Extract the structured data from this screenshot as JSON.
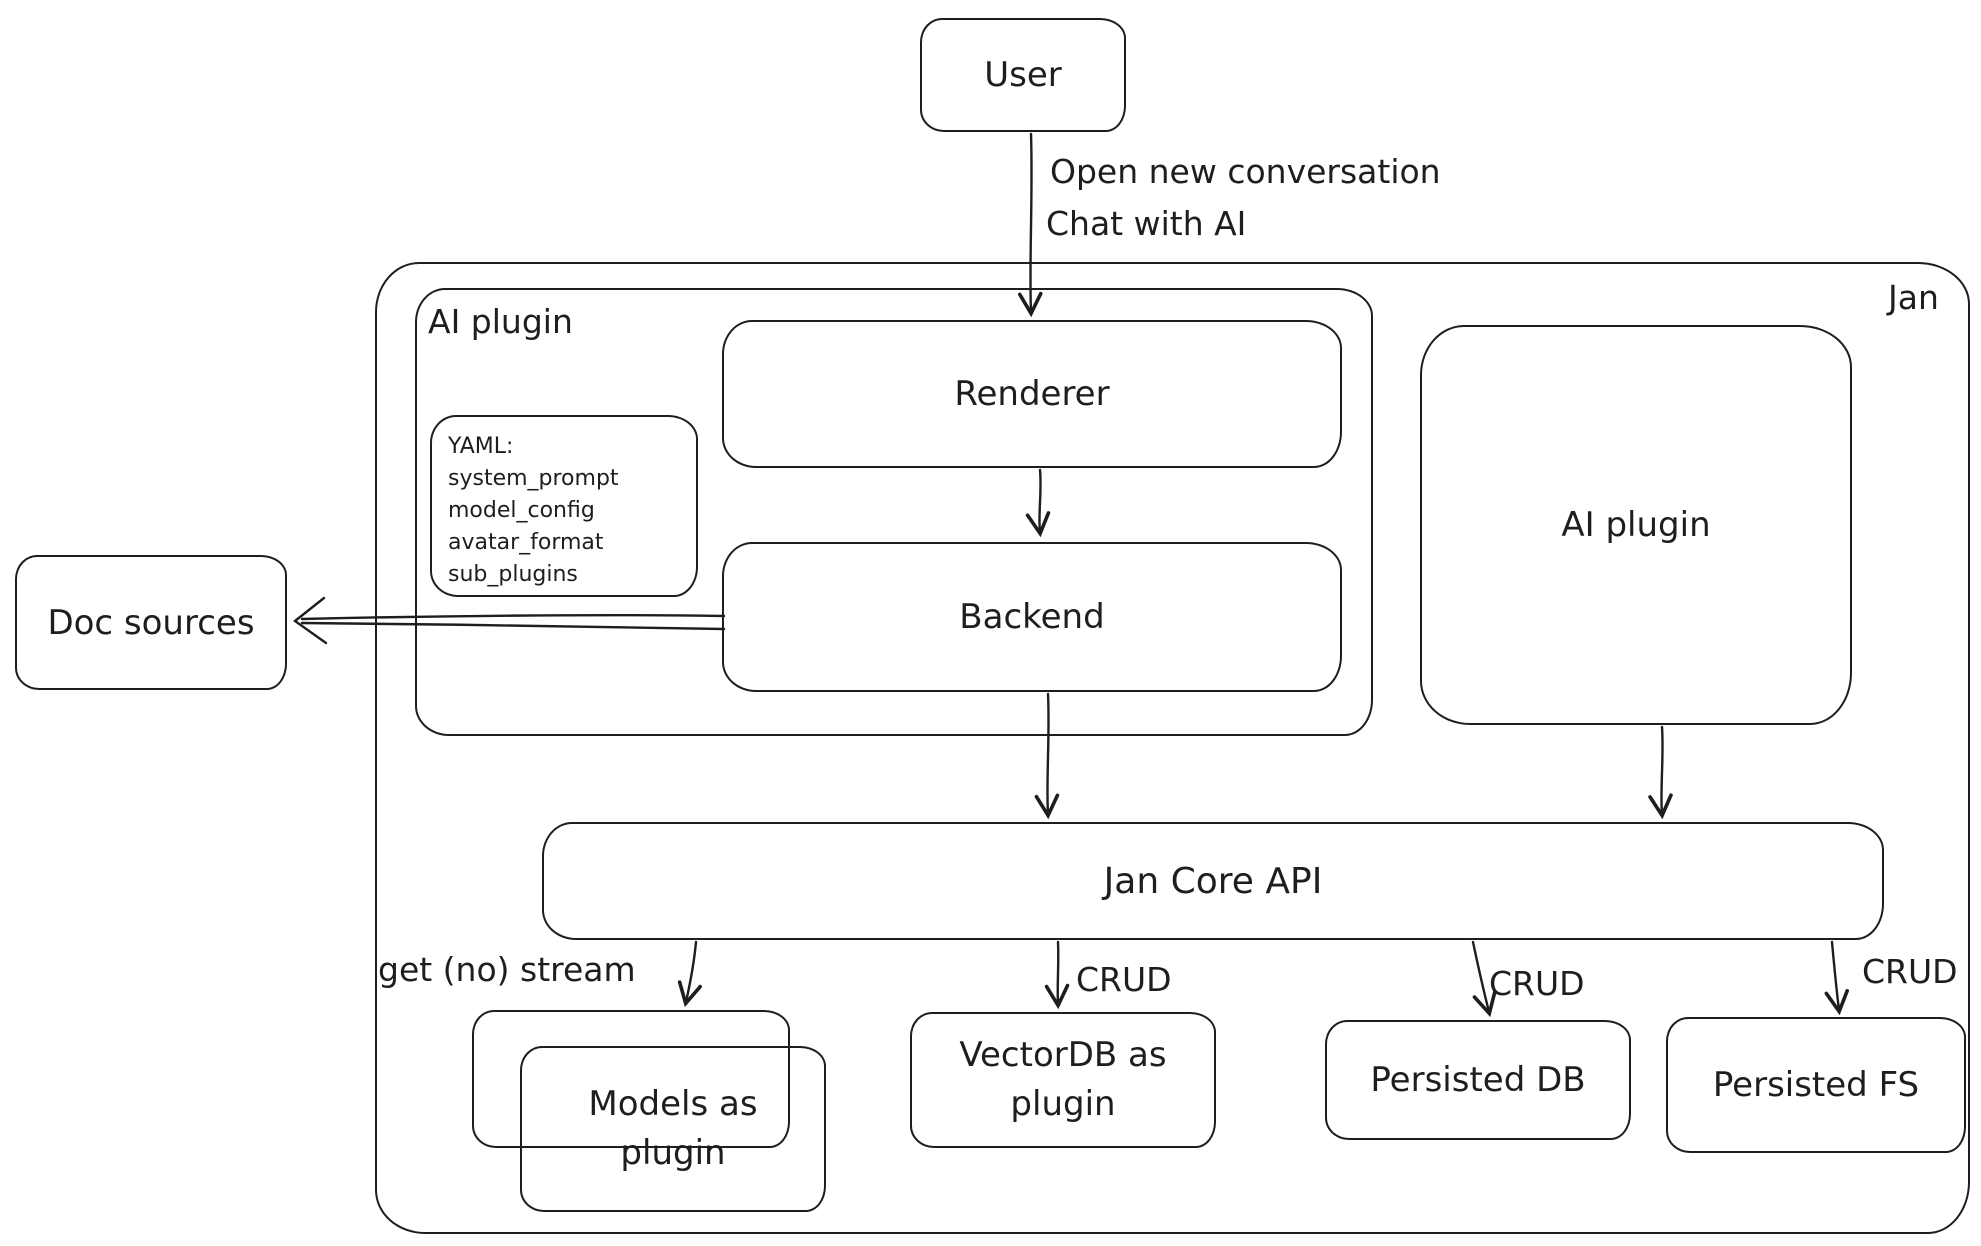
{
  "colors": {
    "stroke": "#1e1e1e",
    "background": "#ffffff"
  },
  "nodes": {
    "user": "User",
    "jan": "Jan",
    "ai_plugin_group": "AI plugin",
    "renderer": "Renderer",
    "backend": "Backend",
    "ai_plugin_box": "AI plugin",
    "doc_sources": "Doc sources",
    "jan_core_api": "Jan Core API",
    "models_as_plugin": "Models as plugin",
    "vectordb_as_plugin": "VectorDB as plugin",
    "persisted_db": "Persisted DB",
    "persisted_fs": "Persisted FS"
  },
  "yaml_note": {
    "title": "YAML:",
    "lines": [
      "system_prompt",
      "model_config",
      "avatar_format",
      "sub_plugins"
    ]
  },
  "edge_labels": {
    "user_line1": "Open new conversation",
    "user_line2": "Chat with AI",
    "models_stream": "get (no) stream",
    "vectordb_crud": "CRUD",
    "persisted_db_crud": "CRUD",
    "persisted_fs_crud": "CRUD"
  }
}
